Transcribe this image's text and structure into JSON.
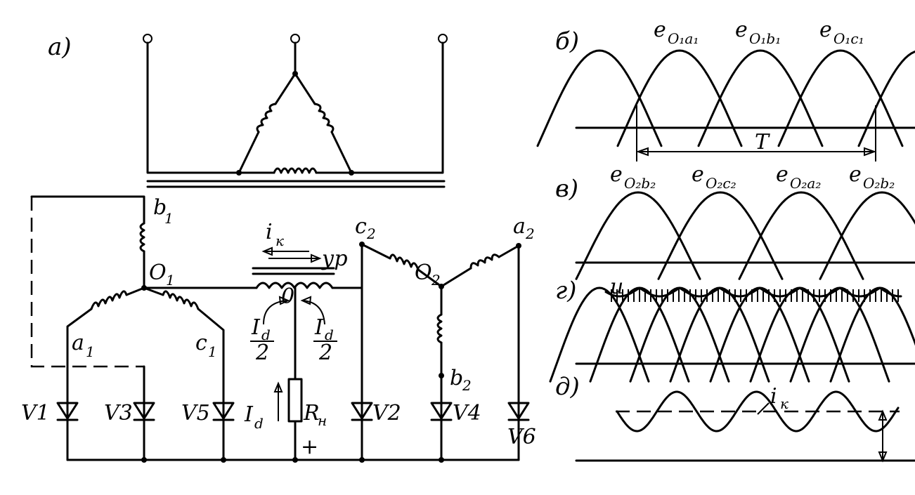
{
  "panels": {
    "a": "а)",
    "b": "б)",
    "v": "в)",
    "g": "г)",
    "d": "д)"
  },
  "circuit": {
    "windings": {
      "b1": "b",
      "b1_sub": "1",
      "o1": "O",
      "o1_sub": "1",
      "a1": "a",
      "a1_sub": "1",
      "c1": "c",
      "c1_sub": "1",
      "c2": "c",
      "c2_sub": "2",
      "o2": "O",
      "o2_sub": "2",
      "a2": "a",
      "a2_sub": "2",
      "b2": "b",
      "b2_sub": "2"
    },
    "reactor": {
      "ik": "i",
      "ik_sub": "к",
      "yp": "ур",
      "zero": "0",
      "id_half_left_num": "I",
      "id_half_left_sub": "d",
      "id_half_left_den": "2",
      "id_half_right_num": "I",
      "id_half_right_sub": "d",
      "id_half_right_den": "2"
    },
    "load": {
      "id": "I",
      "id_sub": "d",
      "rn": "R",
      "rn_sub": "н",
      "plus": "+"
    },
    "diodes": [
      "V1",
      "V3",
      "V5",
      "V2",
      "V4",
      "V6"
    ]
  },
  "waveforms": {
    "b_labels": [
      {
        "e": "e",
        "sub": "O₁a₁"
      },
      {
        "e": "e",
        "sub": "O₁b₁"
      },
      {
        "e": "e",
        "sub": "O₁c₁"
      }
    ],
    "period": "T",
    "v_labels": [
      {
        "e": "e",
        "sub": "O₂b₂"
      },
      {
        "e": "e",
        "sub": "O₂c₂"
      },
      {
        "e": "e",
        "sub": "O₂a₂"
      },
      {
        "e": "e",
        "sub": "O₂b₂"
      }
    ],
    "g_label": "u",
    "d_label": "i",
    "d_label_sub": "к"
  }
}
